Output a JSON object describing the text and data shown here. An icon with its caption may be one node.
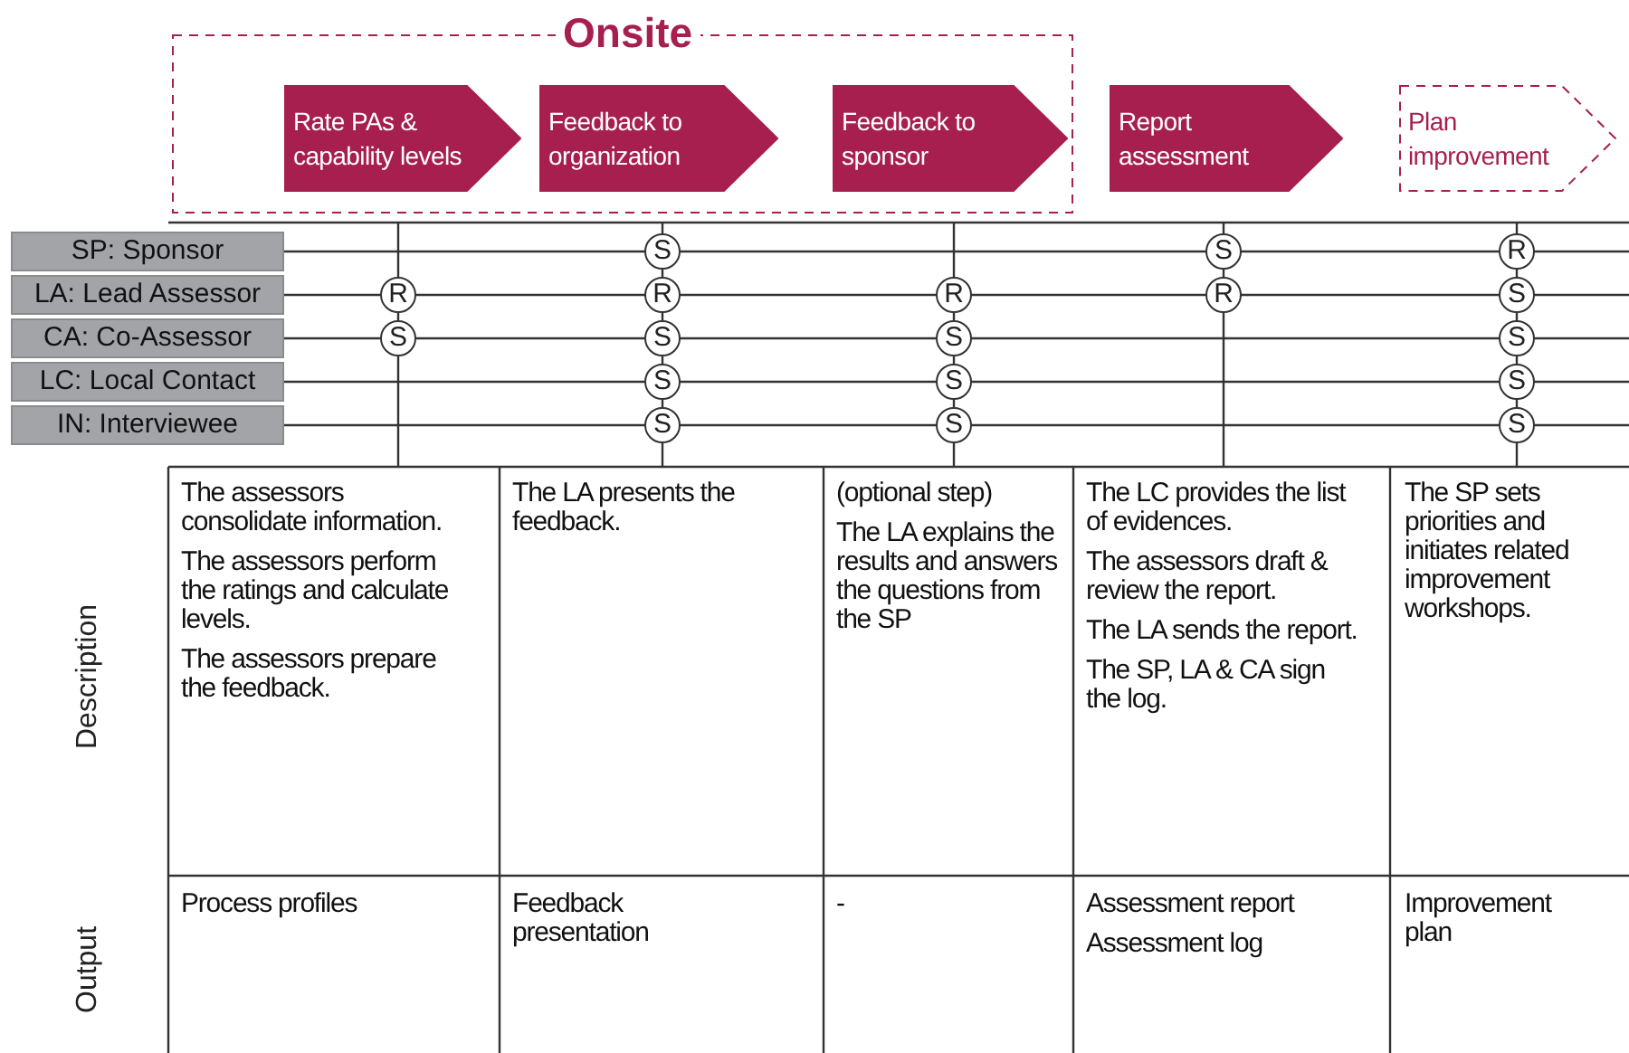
{
  "diagram": {
    "nodes": [
      {
        "text": [
          "Onsite"
        ]
      },
      {
        "text": [
          "Rate PAs & capability levels"
        ],
        "in": 0
      },
      {
        "text": [
          "Feedback to organization"
        ],
        "in": 0
      },
      {
        "text": [
          "Feedback to sponsor"
        ],
        "in": 0
      },
      {
        "text": [
          "Report assessment"
        ]
      },
      {
        "text": [
          "Plan improvement"
        ]
      },
      {
        "text": [
          "SP: Sponsor"
        ]
      },
      {
        "text": [
          "LA: Lead Assessor"
        ]
      },
      {
        "text": [
          "CA: Co-Assessor"
        ]
      },
      {
        "text": [
          "LC: Local Contact"
        ]
      },
      {
        "text": [
          "IN: Interviewee"
        ]
      },
      {
        "text": [
          "S"
        ]
      },
      {
        "text": [
          "S"
        ]
      },
      {
        "text": [
          "R"
        ]
      },
      {
        "text": [
          "R"
        ]
      },
      {
        "text": [
          "R"
        ]
      },
      {
        "text": [
          "R"
        ]
      },
      {
        "text": [
          "R"
        ]
      },
      {
        "text": [
          "S"
        ]
      },
      {
        "text": [
          "S"
        ]
      },
      {
        "text": [
          "S"
        ]
      },
      {
        "text": [
          "S"
        ]
      },
      {
        "text": [
          "S"
        ]
      },
      {
        "text": [
          "S"
        ]
      },
      {
        "text": [
          "S"
        ]
      },
      {
        "text": [
          "S"
        ]
      },
      {
        "text": [
          "S"
        ]
      },
      {
        "text": [
          "S"
        ]
      },
      {
        "text": [
          "S"
        ]
      },
      {
        "text": [
          "Description"
        ]
      },
      {
        "text": [
          "Output"
        ]
      }
    ],
    "labels": [
      "The assessors consolidate information.",
      "The assessors perform the ratings and calculate levels.",
      "The assessors prepare the feedback.",
      "The LA presents the feedback.",
      "(optional step)",
      "The LA explains the results and answers the questions from the SP",
      "The LC provides the list of evidences.",
      "The assessors draft & review the report.",
      "The LA sends the report.",
      "The SP, LA & CA sign the log.",
      "The SP sets priorities and initiates related improvement workshops.",
      "Process profiles",
      "Feedback presentation",
      "-",
      "Assessment report",
      "Assessment log",
      "Improvement plan"
    ]
  }
}
